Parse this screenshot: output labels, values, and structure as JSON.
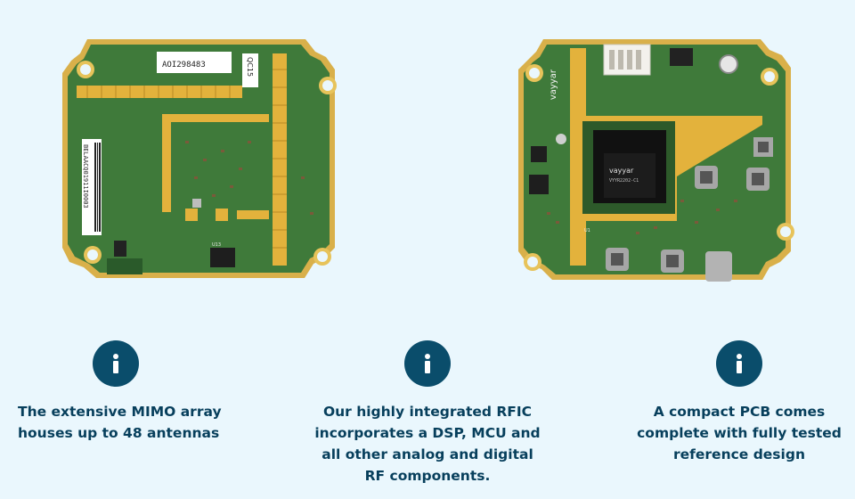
{
  "boards": {
    "front": {
      "label_serial": "AOI298483",
      "label_qc": "QC15",
      "barcode_text": "BELAACQ01911I0003",
      "chip_label": "U13"
    },
    "back": {
      "brand": "vayyar",
      "chip_brand": "vayyar",
      "chip_model": "VYYR2202-C1",
      "chip_label": "U1"
    }
  },
  "features": [
    {
      "icon": "info-icon",
      "text_lines": [
        "The extensive MIMO array",
        "houses up to 48 antennas"
      ]
    },
    {
      "icon": "info-icon",
      "text_lines": [
        "Our highly integrated RFIC",
        "incorporates a DSP, MCU and",
        "all other analog and digital",
        "RF components."
      ]
    },
    {
      "icon": "info-icon",
      "text_lines": [
        "A compact PCB comes",
        "complete with fully tested",
        "reference design"
      ]
    }
  ],
  "colors": {
    "background": "#eaf7fd",
    "icon_bg": "#0a4d6b",
    "text": "#073f5c",
    "pcb_green": "#3f7a3a",
    "gold": "#e3b23c"
  }
}
